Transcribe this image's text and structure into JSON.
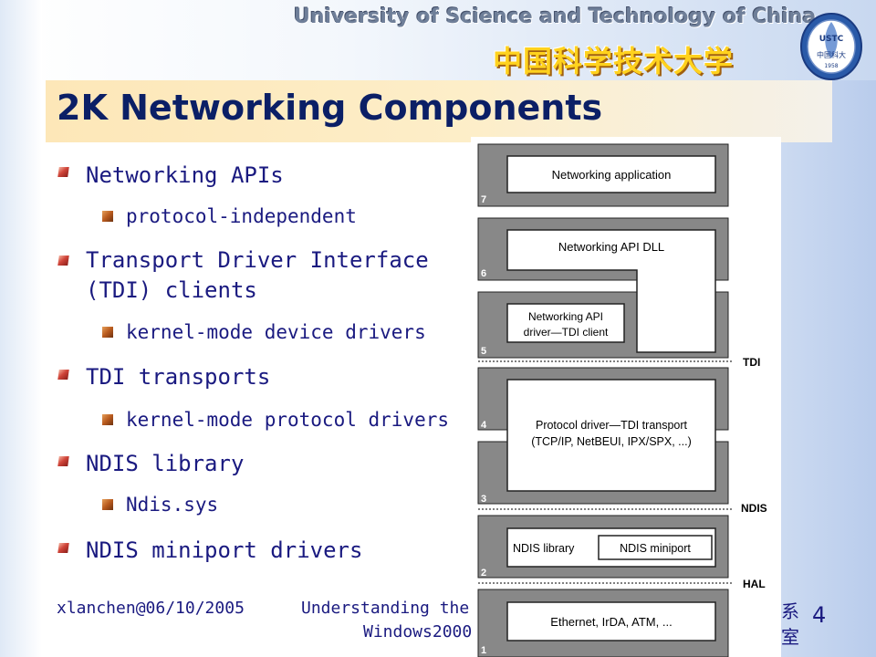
{
  "header": {
    "university_en": "University of Science and Technology of China",
    "university_cn": "中国科学技术大学",
    "logo_text": "USTC",
    "logo_text_cn": "中国科大",
    "logo_year": "1958"
  },
  "slide_title": "2K Networking Components",
  "bullets": [
    {
      "text": "Networking APIs",
      "subs": [
        "protocol-independent"
      ]
    },
    {
      "text": "Transport Driver Interface",
      "text2": "(TDI) clients",
      "subs": [
        "kernel-mode device drivers"
      ]
    },
    {
      "text": "TDI transports",
      "subs": [
        "kernel-mode protocol drivers"
      ]
    },
    {
      "text": "NDIS library",
      "subs": [
        "Ndis.sys"
      ]
    },
    {
      "text": "NDIS miniport drivers",
      "subs": []
    }
  ],
  "diagram": {
    "layers": [
      "7",
      "6",
      "5",
      "4",
      "3",
      "2",
      "1"
    ],
    "boxes": {
      "networking_application": "Networking application",
      "networking_api_dll": "Networking API DLL",
      "networking_api_driver_line1": "Networking API",
      "networking_api_driver_line2": "driver—TDI client",
      "protocol_driver_line1": "Protocol driver—TDI transport",
      "protocol_driver_line2": "(TCP/IP, NetBEUI, IPX/SPX, ...)",
      "ndis_library": "NDIS library",
      "ndis_miniport": "NDIS miniport",
      "physical": "Ethernet, IrDA, ATM, ..."
    },
    "interface_labels": {
      "tdi": "TDI",
      "ndis": "NDIS",
      "hal": "HAL"
    }
  },
  "footer": {
    "author_date": "xlanchen@06/10/2005",
    "title_line1": "Understanding the In",
    "title_line2": "Windows2000",
    "cn_line1": "系",
    "cn_line2": "室",
    "page_number": "4"
  },
  "colors": {
    "title": "#0b1f66",
    "body_text": "#1a1a80",
    "layer_fill": "#888888",
    "box_fill": "#ffffff",
    "univ_cn": "#ffd21e"
  }
}
